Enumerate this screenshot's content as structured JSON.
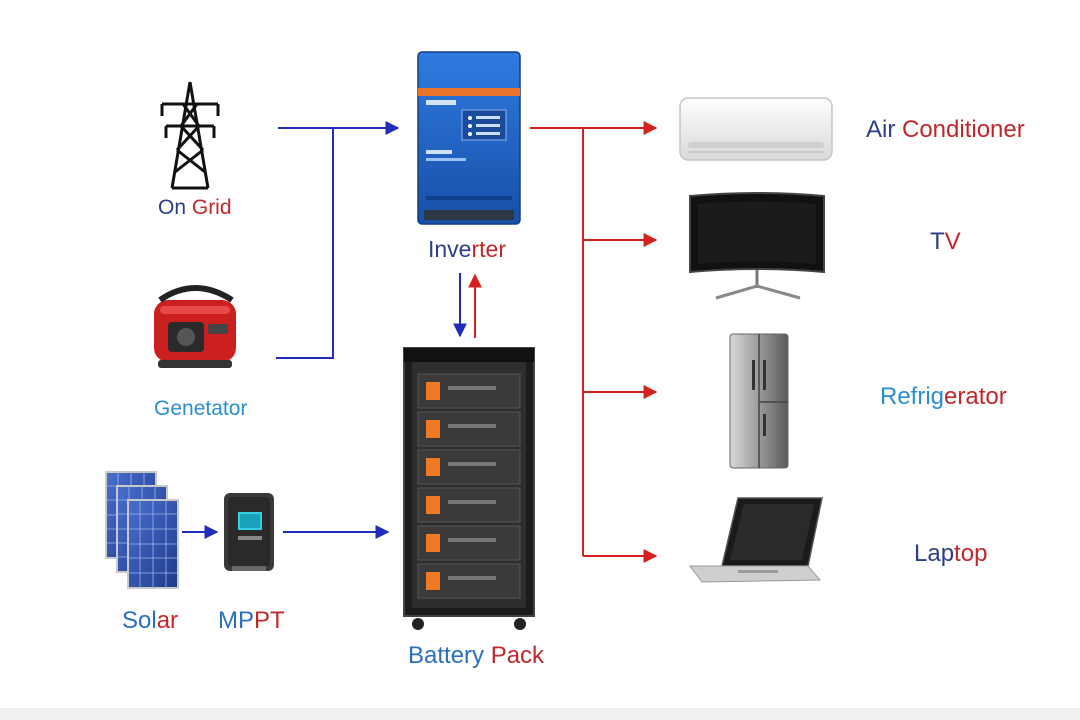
{
  "labels": {
    "on_grid": {
      "first": "On ",
      "second": "Grid"
    },
    "generator": {
      "first": "Gen",
      "second": "etator"
    },
    "solar": {
      "first": "Sol",
      "second": "ar"
    },
    "mppt": {
      "first": "MP",
      "second": "PT"
    },
    "inverter": {
      "first": "Inve",
      "second": "rter"
    },
    "battery_pack": {
      "first": "Battery ",
      "second": "Pack"
    },
    "air_conditioner": {
      "first": "Air ",
      "second": "Conditioner"
    },
    "tv": {
      "first": "T",
      "second": "V"
    },
    "refrigerator": {
      "first": "Refrig",
      "second": "erator"
    },
    "laptop": {
      "first": "Lap",
      "second": "top"
    }
  },
  "colors": {
    "dc_flow": "#1f2db8",
    "ac_flow": "#d62020",
    "label_blue": "#2a8fd0",
    "label_red": "#c0282d",
    "label_navy": "#2c3f86",
    "inverter_body": "#1d5fc7",
    "inverter_stripe": "#e8742c",
    "battery_module_accent": "#f07a22"
  },
  "icons": [
    "transmission-tower-icon",
    "generator-icon",
    "solar-panel-icon",
    "mppt-controller-icon",
    "inverter-icon",
    "battery-rack-icon",
    "air-conditioner-icon",
    "tv-icon",
    "refrigerator-icon",
    "laptop-icon"
  ]
}
